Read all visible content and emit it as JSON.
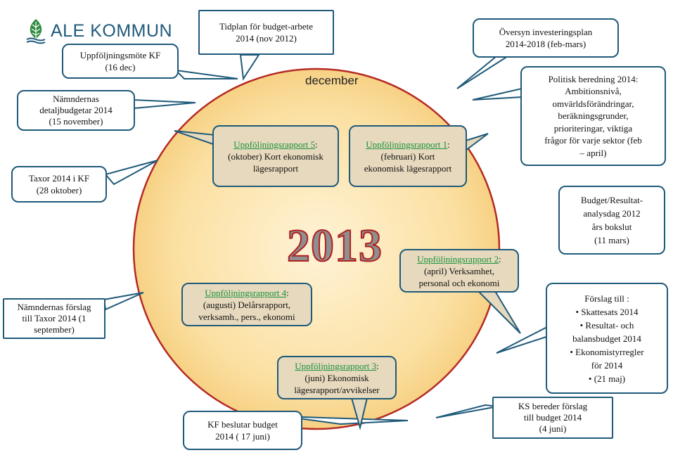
{
  "logo": {
    "text": "ALE KOMMUN",
    "colors": {
      "leaf": "#2e8b3e",
      "water": "#1f5a7a"
    }
  },
  "center": {
    "year": "2013",
    "month": "december"
  },
  "colors": {
    "circle_fill": "#fbe2a6",
    "circle_stroke": "#b52a23",
    "border": "#1f5a7a",
    "link": "#17923c",
    "inner_fill": "#e7d9bd"
  },
  "callouts": {
    "tidplan": [
      "Tidplan  för  budget-arbete",
      "2014  (nov 2012)"
    ],
    "uppfoljningsmote": [
      "Uppföljningsmöte  KF",
      "(16 dec)"
    ],
    "namndernas_detalj": [
      "Nämndernas",
      "detaljbudgetar  2014",
      "(15 november)"
    ],
    "taxor_kf": [
      "Taxor 2014 i KF",
      "(28 oktober)"
    ],
    "namndernas_forslag": [
      "Nämndernas förslag",
      "till  Taxor 2014 (1",
      "september)"
    ],
    "kf_beslutar": [
      "KF beslutar  budget",
      "2014  ( 17 juni)"
    ],
    "ks_bereder": [
      "KS bereder förslag",
      "till  budget 2014",
      "(4 juni)"
    ],
    "oversyn": [
      "Översyn  investeringsplan",
      "2014-2018 (feb-mars)"
    ],
    "politisk": [
      "Politisk  beredning  2014:",
      "Ambitionsnivå,",
      "omvärldsförändringar,",
      "beräkningsgrunder,",
      "prioriteringar,  viktiga",
      "frågor för varje sektor (feb",
      "– april)"
    ],
    "budget_resultat": [
      "Budget/Resultat-",
      "analysdag  2012",
      "års bokslut",
      "(11 mars)"
    ],
    "forslag_till": {
      "title": "Förslag  till  :",
      "items": [
        "•  Skattesats 2014",
        "•  Resultat-  och",
        "balansbudget  2014",
        "•  Ekonomistyrregler",
        "för 2014",
        "•  (21 maj)"
      ]
    }
  },
  "reports": {
    "r5": {
      "link": "Uppföljningsrapport  5",
      "suffix": ":",
      "lines": [
        "(oktober)  Kort ekonomisk",
        "lägesrapport"
      ]
    },
    "r1": {
      "link": "Uppföljningsrapport  1",
      "suffix": ":",
      "lines": [
        "(februari)  Kort",
        "ekonomisk  lägesrapport"
      ]
    },
    "r2": {
      "link": "Uppföljningsrapport  2",
      "suffix": ":",
      "lines": [
        "(april)  Verksamhet,",
        "personal  och ekonomi"
      ]
    },
    "r4": {
      "link": "Uppföljningsrapport  4",
      "suffix": ":",
      "lines": [
        "(augusti)  Delårsrapport,",
        "verksamh.,  pers.,  ekonomi"
      ]
    },
    "r3": {
      "link": "Uppföljningsrapport  3",
      "suffix": ":",
      "lines": [
        "(juni)  Ekonomisk",
        "lägesrapport/avvikelser"
      ]
    }
  }
}
